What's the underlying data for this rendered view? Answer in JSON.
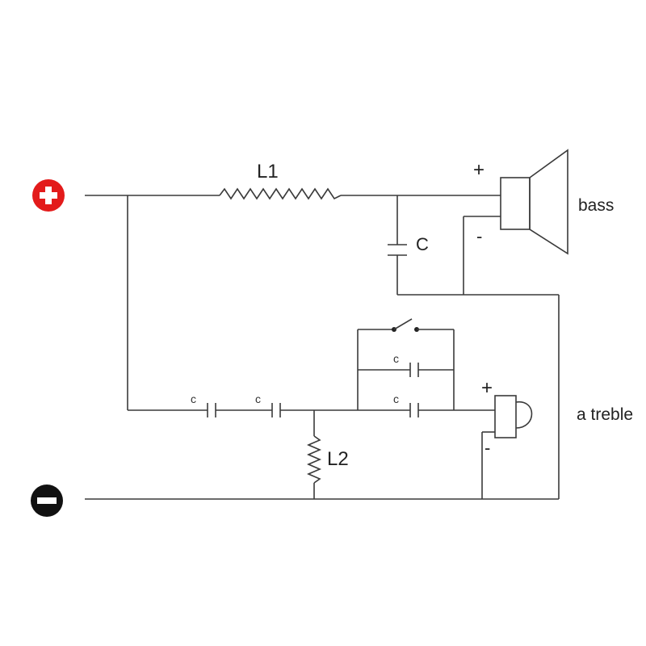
{
  "terminals": {
    "positive_symbol": "+",
    "negative_symbol": "−",
    "positive_color": "#e31b1b",
    "negative_color": "#111111"
  },
  "components": {
    "inductor_1": "L1",
    "inductor_2": "L2",
    "capacitor_main": "C",
    "capacitor_small": "c"
  },
  "speakers": {
    "bass_label": "bass",
    "treble_label": "a treble",
    "plus": "+",
    "minus": "-"
  }
}
